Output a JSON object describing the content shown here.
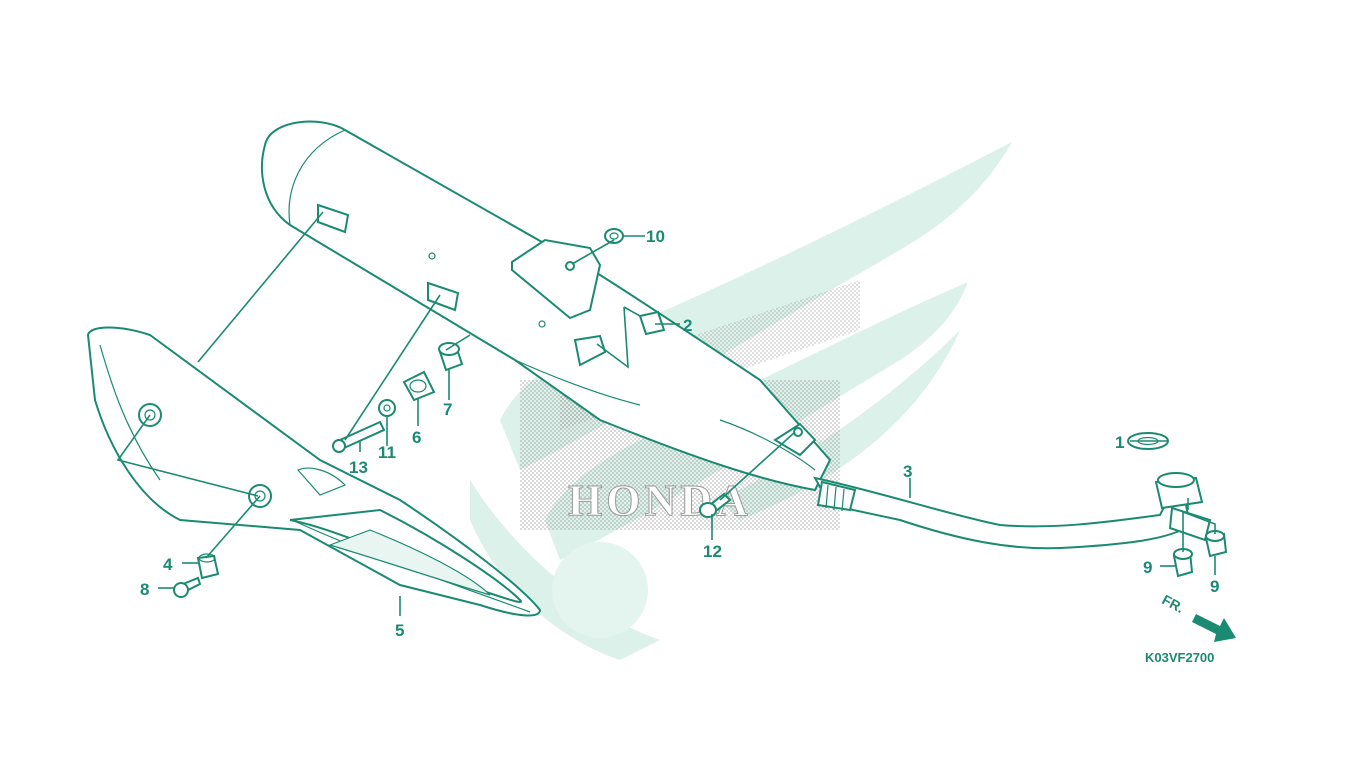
{
  "diagram": {
    "drawing_code": "K03VF2700",
    "direction_label": "FR.",
    "watermark_text": "HONDA",
    "colors": {
      "line": "#1b8a72",
      "watermark": "#d9efe8",
      "stipple": "#7a7a7a"
    },
    "callouts": [
      {
        "number": "1",
        "part": "gasket"
      },
      {
        "number": "2",
        "part": "clip-nut"
      },
      {
        "number": "3",
        "part": "exhaust-pipe"
      },
      {
        "number": "4",
        "part": "collar"
      },
      {
        "number": "5",
        "part": "muffler-protector"
      },
      {
        "number": "6",
        "part": "rubber-mount"
      },
      {
        "number": "7",
        "part": "collar"
      },
      {
        "number": "8",
        "part": "bolt"
      },
      {
        "number": "9",
        "part": "nut"
      },
      {
        "number": "9",
        "part": "nut"
      },
      {
        "number": "10",
        "part": "nut"
      },
      {
        "number": "11",
        "part": "washer"
      },
      {
        "number": "12",
        "part": "bolt"
      },
      {
        "number": "13",
        "part": "bolt"
      }
    ]
  }
}
